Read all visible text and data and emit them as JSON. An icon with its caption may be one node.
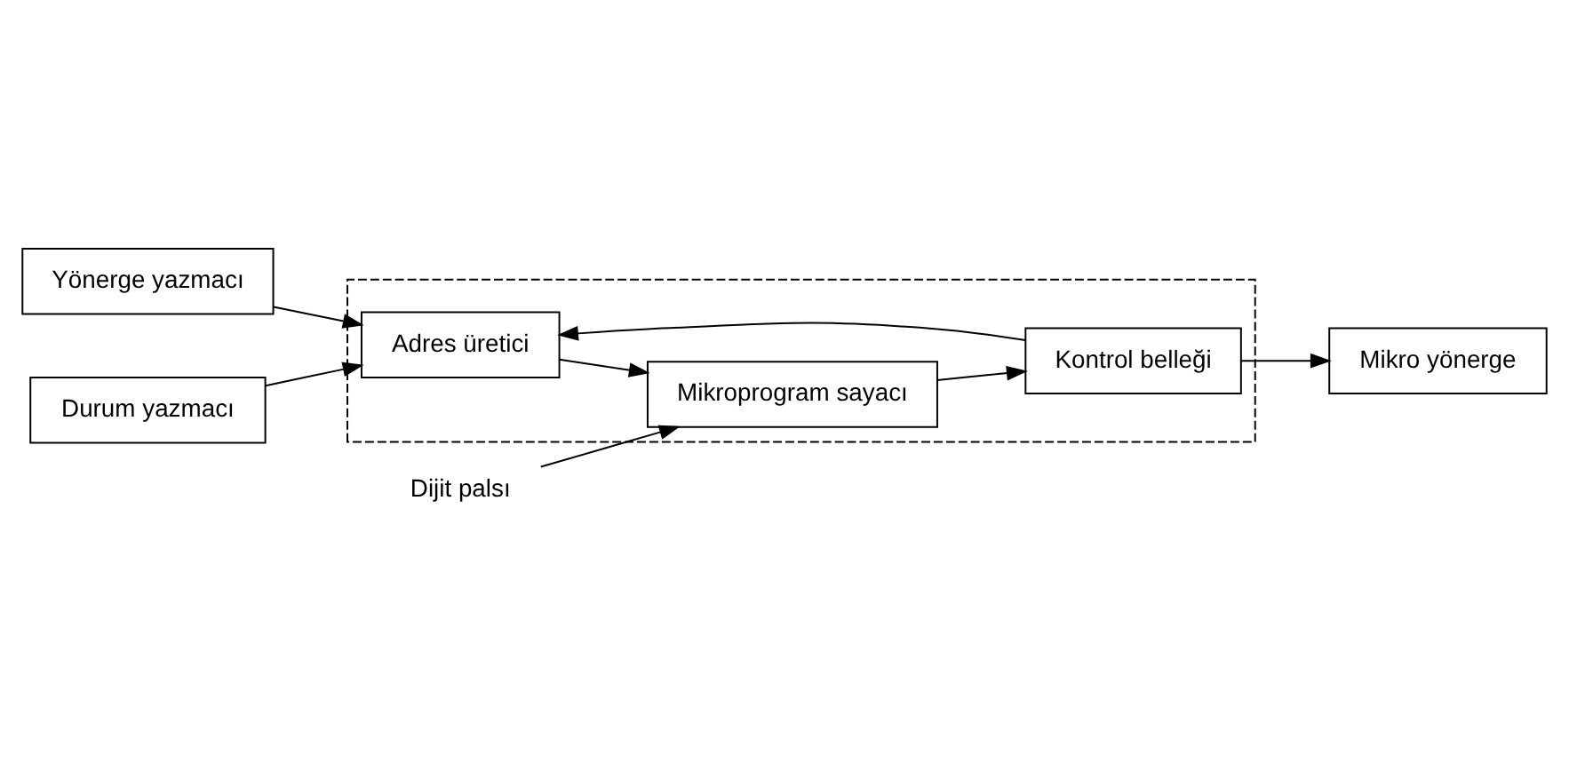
{
  "diagram": {
    "nodes": [
      {
        "text": [
          "Yönerge yazmacı"
        ]
      },
      {
        "text": [
          "Durum yazmacı"
        ]
      },
      {
        "text": [],
        "shape": "box"
      },
      {
        "text": [
          "Adres üretici"
        ],
        "in": 2
      },
      {
        "text": [
          "Dijit palsı"
        ]
      },
      {
        "text": [
          "Mikroprogram sayacı"
        ],
        "in": 2
      },
      {
        "text": [
          "Kontrol belleği"
        ],
        "in": 2
      },
      {
        "text": [
          "Mikro yönerge"
        ]
      }
    ],
    "edges": [
      {
        "from": 0,
        "to": 3,
        "arrow": "to"
      },
      {
        "from": 1,
        "to": 3,
        "arrow": "to"
      },
      {
        "from": 3,
        "to": 5,
        "arrow": "to"
      },
      {
        "from": 4,
        "to": 5,
        "arrow": "to"
      },
      {
        "from": 5,
        "to": 6,
        "arrow": "to"
      },
      {
        "from": 6,
        "to": 7,
        "arrow": "to"
      },
      {
        "from": 6,
        "to": 3,
        "arrow": "to"
      }
    ]
  }
}
